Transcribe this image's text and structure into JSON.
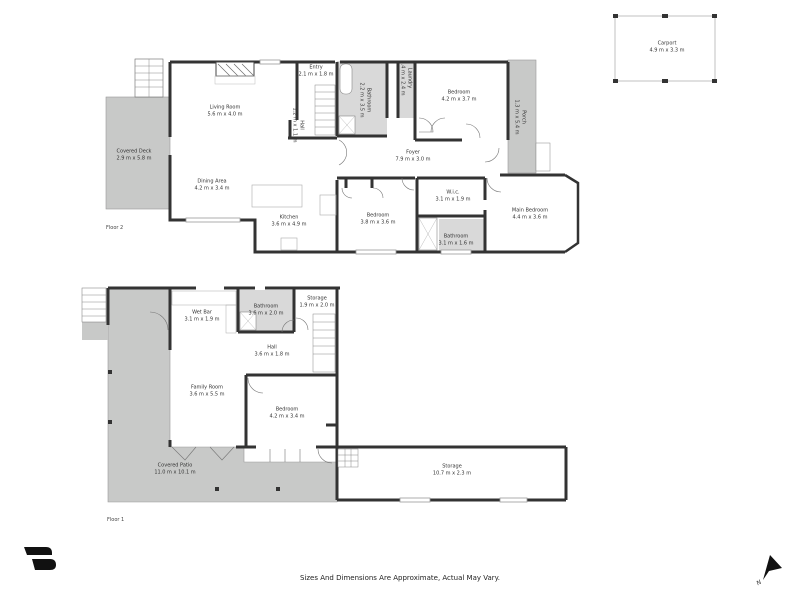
{
  "floors": [
    {
      "label": "Floor 2",
      "rooms": [
        {
          "name": "Covered Deck",
          "dims": "2.9 m x 5.8 m"
        },
        {
          "name": "Living Room",
          "dims": "5.6 m x 4.0 m"
        },
        {
          "name": "Dining Area",
          "dims": "4.2 m x 3.4 m"
        },
        {
          "name": "Kitchen",
          "dims": "3.6 m x 4.9 m"
        },
        {
          "name": "Entry",
          "dims": "2.1 m x 1.8 m"
        },
        {
          "name": "Hall",
          "dims": "1.2 m x 1.1 m"
        },
        {
          "name": "Bathroom",
          "dims": "2.2 m x 3.5 m"
        },
        {
          "name": "Laundry",
          "dims": "1.4 m x 2.4 m"
        },
        {
          "name": "Bedroom",
          "dims": "4.2 m x 3.7 m"
        },
        {
          "name": "Porch",
          "dims": "1.3 m x 5.4 m"
        },
        {
          "name": "Foyer",
          "dims": "7.9 m x 3.0 m"
        },
        {
          "name": "Bedroom",
          "dims": "3.8 m x 3.6 m"
        },
        {
          "name": "W.i.c.",
          "dims": "3.1 m x 1.9 m"
        },
        {
          "name": "Bathroom",
          "dims": "3.1 m x 1.6 m"
        },
        {
          "name": "Main Bedroom",
          "dims": "4.4 m x 3.6 m"
        },
        {
          "name": "Carport",
          "dims": "4.9 m x 3.3 m"
        }
      ]
    },
    {
      "label": "Floor 1",
      "rooms": [
        {
          "name": "Wet Bar",
          "dims": "3.1 m x 1.9 m"
        },
        {
          "name": "Bathroom",
          "dims": "3.6 m x 2.0 m"
        },
        {
          "name": "Storage",
          "dims": "1.9 m x 2.0 m"
        },
        {
          "name": "Hall",
          "dims": "3.6 m x 1.8 m"
        },
        {
          "name": "Family Room",
          "dims": "3.6 m x 5.5 m"
        },
        {
          "name": "Bedroom",
          "dims": "4.2 m x 3.4 m"
        },
        {
          "name": "Covered Patio",
          "dims": "11.0 m x 10.1 m"
        },
        {
          "name": "Storage",
          "dims": "10.7 m x 2.3 m"
        }
      ]
    }
  ],
  "footer": {
    "disclaimer": "Sizes And Dimensions Are Approximate, Actual May Vary.",
    "compass_label": "N"
  },
  "colors": {
    "wall": "#333333",
    "outdoor_fill": "#c8c9c8",
    "wet_fill": "#d9d9d9",
    "text": "#333333"
  },
  "icons": {
    "logo": "brand-logo-icon",
    "compass": "north-arrow-icon"
  }
}
